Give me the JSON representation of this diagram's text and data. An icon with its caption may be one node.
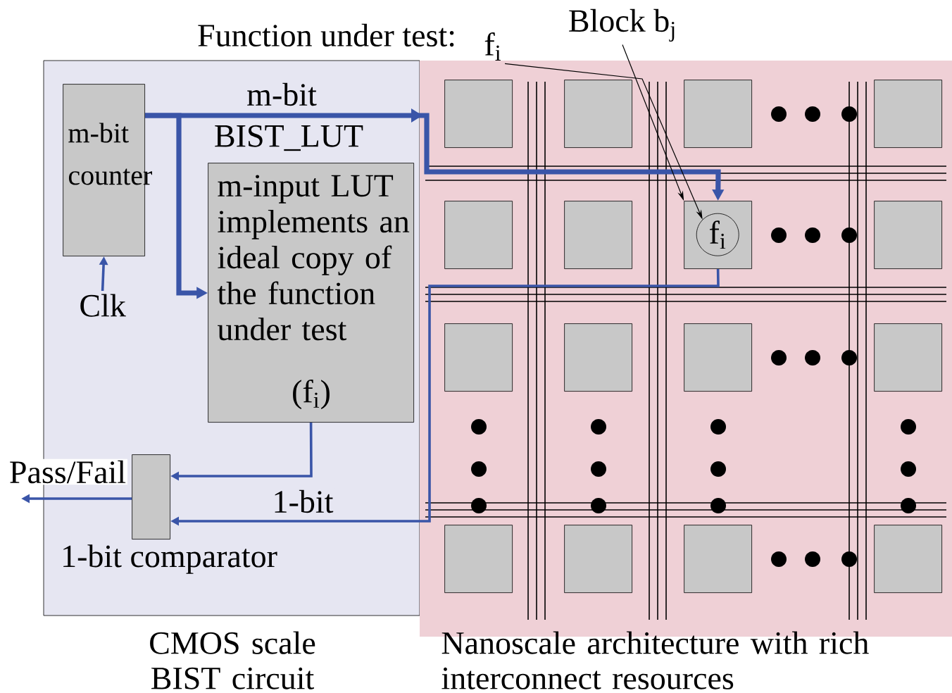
{
  "diagram": {
    "nodes": [
      {
        "text": [
          "CMOS scale BIST circuit"
        ]
      },
      {
        "text": [
          "Nanoscale architecture with rich interconnect resources"
        ]
      },
      {
        "text": [
          "m-bit counter"
        ],
        "in": 0
      },
      {
        "text": [
          "BIST_LUT",
          "m-input LUT implements an ideal copy of the function under test",
          "(f$_{i}$)"
        ],
        "in": 0
      },
      {
        "text": [
          "1-bit comparator"
        ],
        "in": 0
      },
      {
        "text": [
          "Clk"
        ],
        "in": 0
      },
      {
        "text": [],
        "shape": "box",
        "in": 1
      },
      {
        "text": [],
        "shape": "box",
        "in": 1
      },
      {
        "text": [],
        "shape": "box",
        "in": 1
      },
      {
        "text": [],
        "shape": "box",
        "in": 1
      },
      {
        "text": [],
        "shape": "box",
        "in": 1
      },
      {
        "text": [],
        "shape": "box",
        "in": 1
      },
      {
        "text": [],
        "shape": "box",
        "in": 1
      },
      {
        "text": [],
        "shape": "box",
        "in": 1
      },
      {
        "text": [],
        "shape": "box",
        "in": 1
      },
      {
        "text": [],
        "shape": "box",
        "in": 1
      },
      {
        "text": [],
        "shape": "box",
        "in": 1
      },
      {
        "text": [],
        "shape": "box",
        "in": 1
      },
      {
        "text": [],
        "shape": "box",
        "in": 1
      },
      {
        "text": [],
        "shape": "box",
        "in": 1
      },
      {
        "text": [],
        "shape": "box",
        "in": 1
      },
      {
        "text": [],
        "shape": "box",
        "in": 1
      },
      {
        "text": [
          "f$_{i}$"
        ],
        "in": 12
      },
      {
        "text": [
          "f$_{i}$"
        ]
      },
      {
        "text": [
          "Block b$_{j}$"
        ]
      }
    ],
    "edges": [
      {
        "from": 2,
        "to": 3,
        "arrow": "to",
        "style": "thick"
      },
      {
        "from": 2,
        "to": 12,
        "arrow": "to",
        "style": "thick",
        "label": "m-bit"
      },
      {
        "from": 5,
        "to": 2,
        "arrow": "to"
      },
      {
        "from": 3,
        "to": 4,
        "arrow": "to"
      },
      {
        "from": 12,
        "to": 4,
        "arrow": "to",
        "label": "1-bit"
      },
      {
        "from": 4,
        "to": null,
        "arrow": "to",
        "label": "Pass/Fail"
      },
      {
        "from": 23,
        "to": 22,
        "arrow": "to",
        "color": "#000000"
      },
      {
        "from": 24,
        "to": 12,
        "arrow": "to",
        "color": "#000000"
      }
    ],
    "labels": [
      "Function under test:"
    ]
  }
}
